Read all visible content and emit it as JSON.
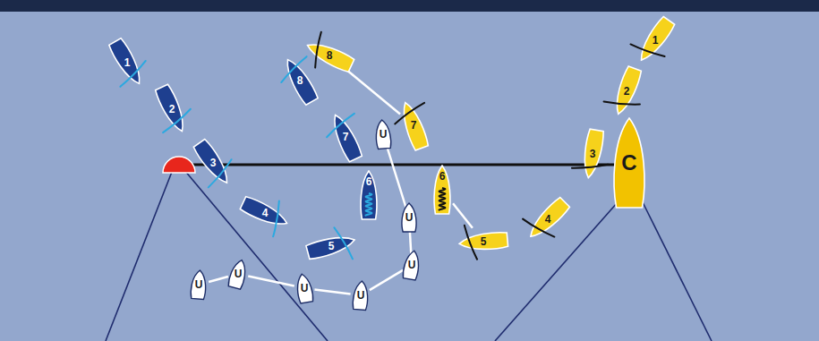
{
  "diagram": {
    "nodes": [
      {
        "text": [
          "1"
        ]
      },
      {
        "text": [
          "2"
        ]
      },
      {
        "text": [
          "3"
        ]
      },
      {
        "text": [
          "4"
        ]
      },
      {
        "text": [
          "5"
        ]
      },
      {
        "text": [
          "6"
        ]
      },
      {
        "text": [
          "7"
        ]
      },
      {
        "text": [
          "8"
        ]
      },
      {
        "text": [
          "U"
        ]
      },
      {
        "text": [
          "U"
        ]
      },
      {
        "text": [
          "U"
        ]
      },
      {
        "text": [
          "U"
        ]
      },
      {
        "text": [
          "U"
        ]
      },
      {
        "text": [
          "U"
        ]
      },
      {
        "text": [
          "U"
        ]
      },
      {
        "text": [
          "1"
        ]
      },
      {
        "text": [
          "2"
        ]
      },
      {
        "text": [
          "3"
        ]
      },
      {
        "text": [
          "4"
        ]
      },
      {
        "text": [
          "5"
        ]
      },
      {
        "text": [
          "6"
        ]
      },
      {
        "text": [
          "7"
        ]
      },
      {
        "text": [
          "8"
        ]
      },
      {
        "text": [
          "C"
        ]
      }
    ],
    "edges": [
      {
        "from": 8,
        "to": 9,
        "arrow": "none"
      },
      {
        "from": 9,
        "to": 10,
        "arrow": "none"
      },
      {
        "from": 10,
        "to": 11,
        "arrow": "none"
      },
      {
        "from": 11,
        "to": 12,
        "arrow": "none"
      },
      {
        "from": 12,
        "to": 13,
        "arrow": "none"
      },
      {
        "from": 13,
        "to": 14,
        "arrow": "none"
      },
      {
        "from": 19,
        "to": 20,
        "arrow": "none"
      },
      {
        "from": 21,
        "to": 22,
        "arrow": "none"
      }
    ]
  }
}
